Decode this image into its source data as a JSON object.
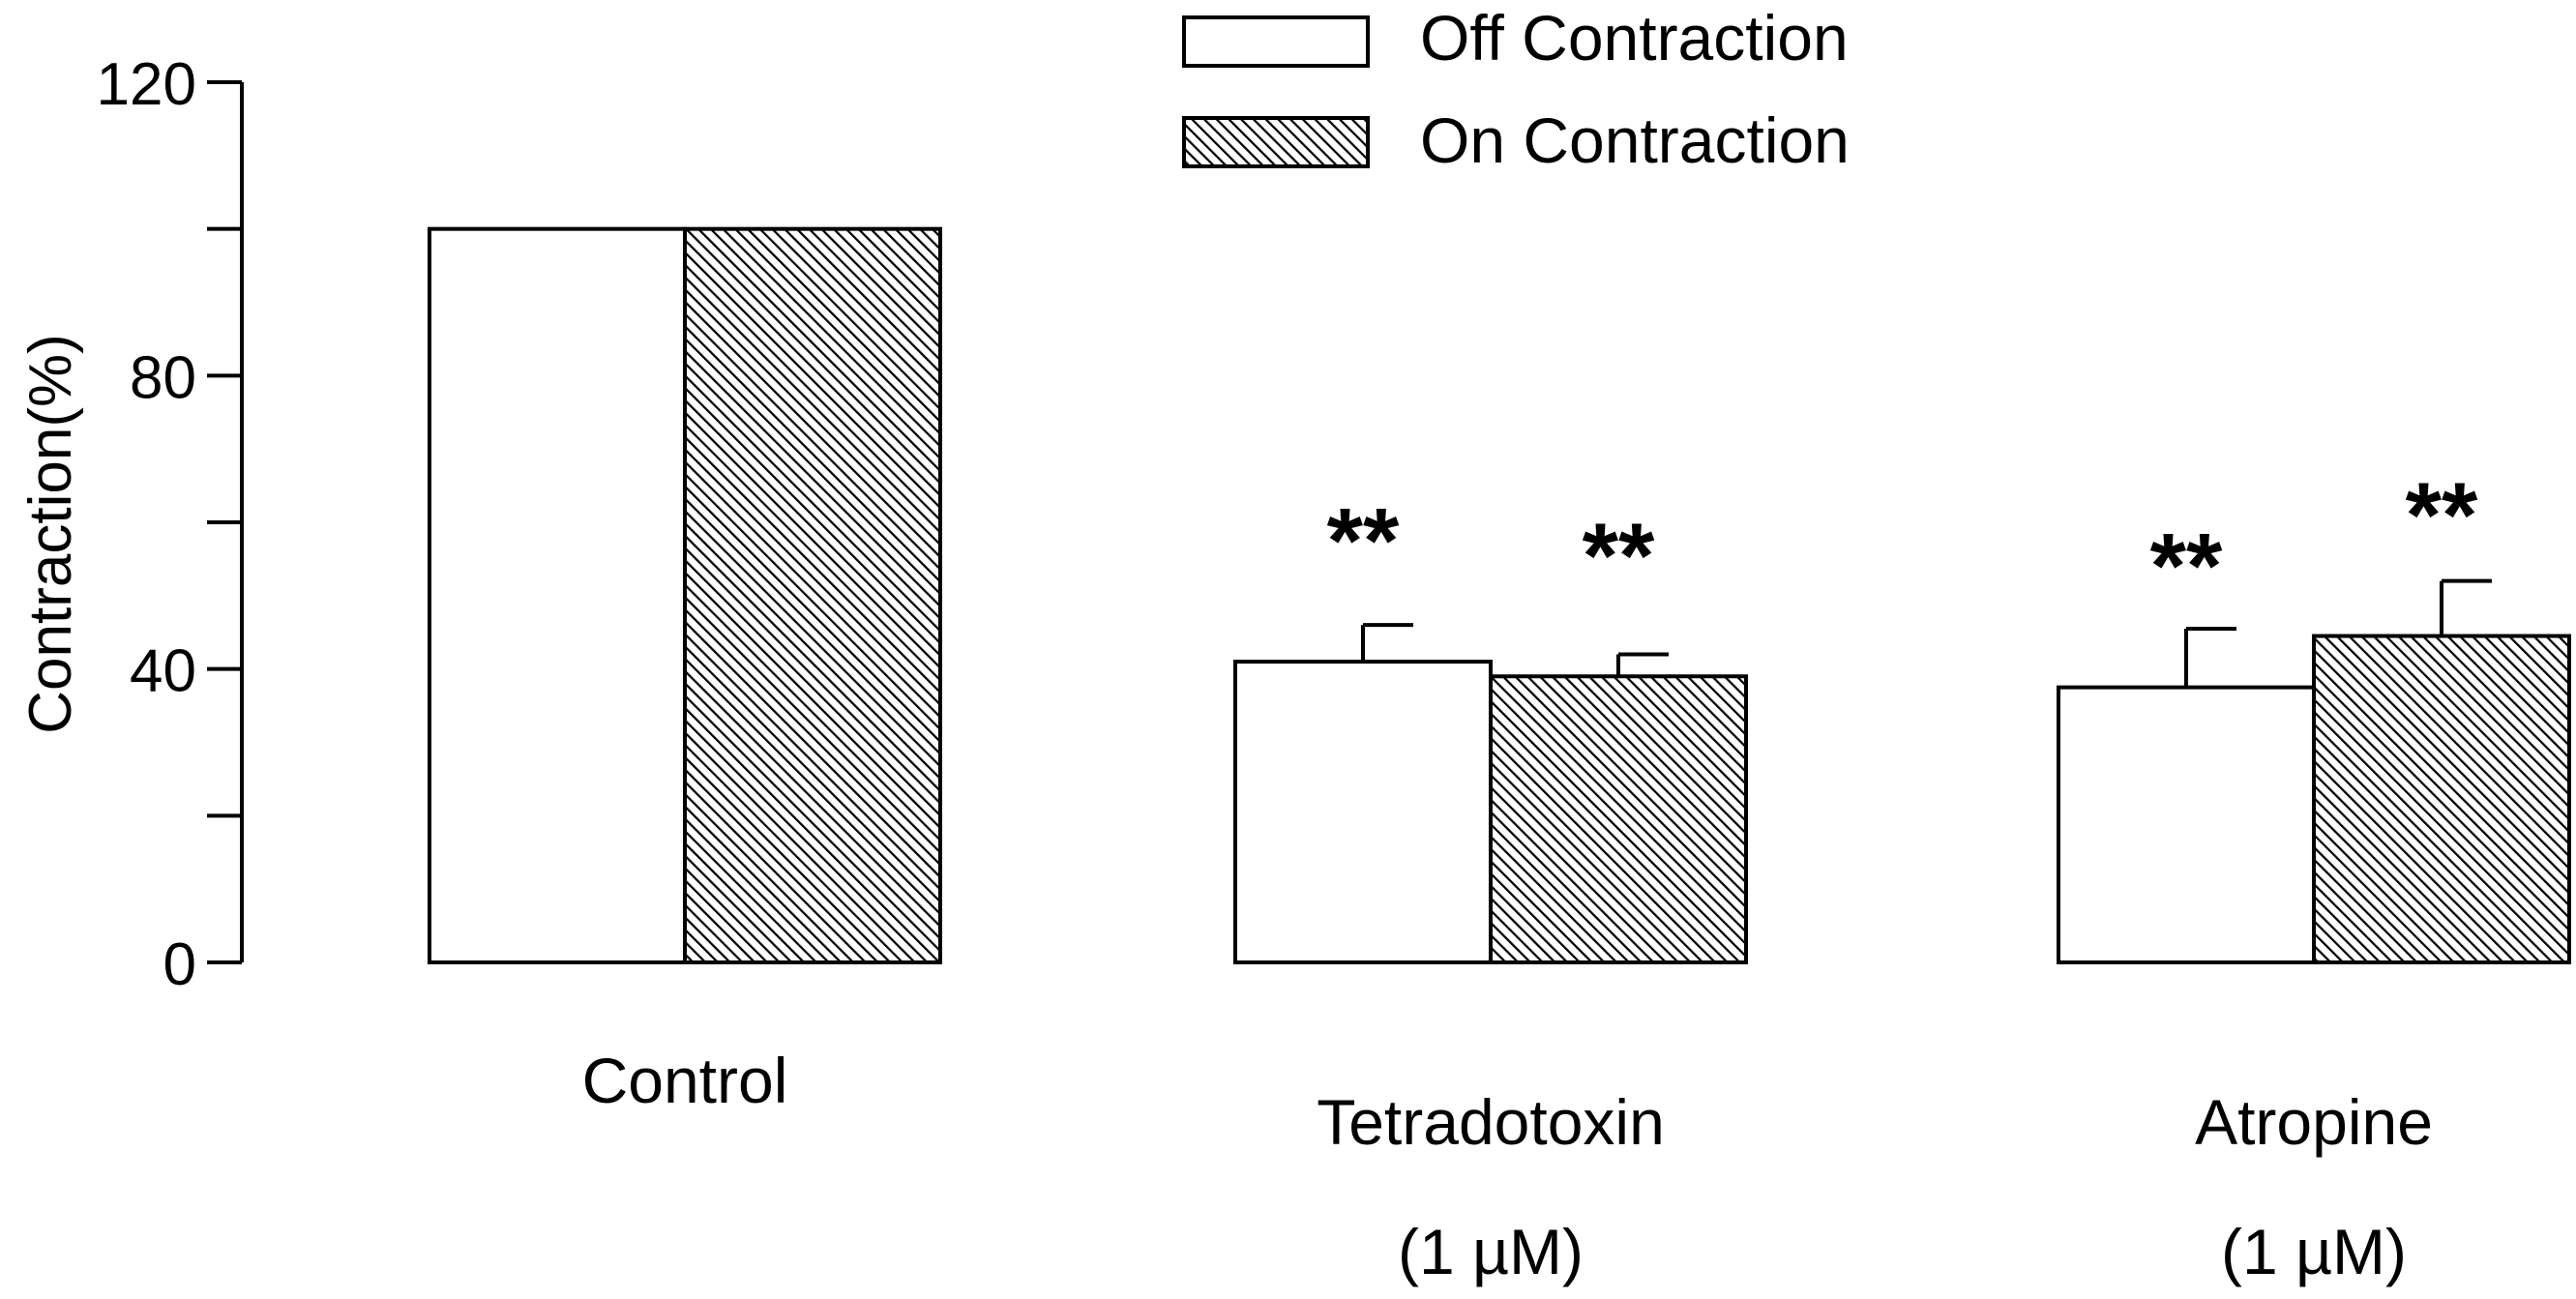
{
  "chart_data": {
    "type": "bar",
    "ylabel": "Contraction(%)",
    "ylim": [
      0,
      120
    ],
    "yticks": [
      0,
      40,
      80,
      120
    ],
    "yticks_minor": [
      20,
      60,
      100
    ],
    "ytick_labels": [
      "0",
      "40",
      "80",
      "120"
    ],
    "categories": [
      {
        "label_lines": [
          "Control"
        ]
      },
      {
        "label_lines": [
          "Tetradotoxin",
          "(1 µM)"
        ]
      },
      {
        "label_lines": [
          "Atropine",
          "(1 µM)"
        ]
      }
    ],
    "series": [
      {
        "name": "Off Contraction",
        "fill": "white",
        "values": [
          100,
          41,
          37.5
        ],
        "errors": [
          0,
          5,
          8
        ],
        "annotations": [
          "",
          "**",
          "**"
        ]
      },
      {
        "name": "On Contraction",
        "fill": "hatched",
        "values": [
          100,
          39,
          44.5
        ],
        "errors": [
          0,
          3,
          7.5
        ],
        "annotations": [
          "",
          "**",
          "**"
        ]
      }
    ],
    "legend": {
      "position": "top-center",
      "entries": [
        "Off Contraction",
        "On Contraction"
      ]
    },
    "colors": {
      "bar_outline": "#000000",
      "hatch": "#000000",
      "open_fill": "#ffffff"
    }
  }
}
